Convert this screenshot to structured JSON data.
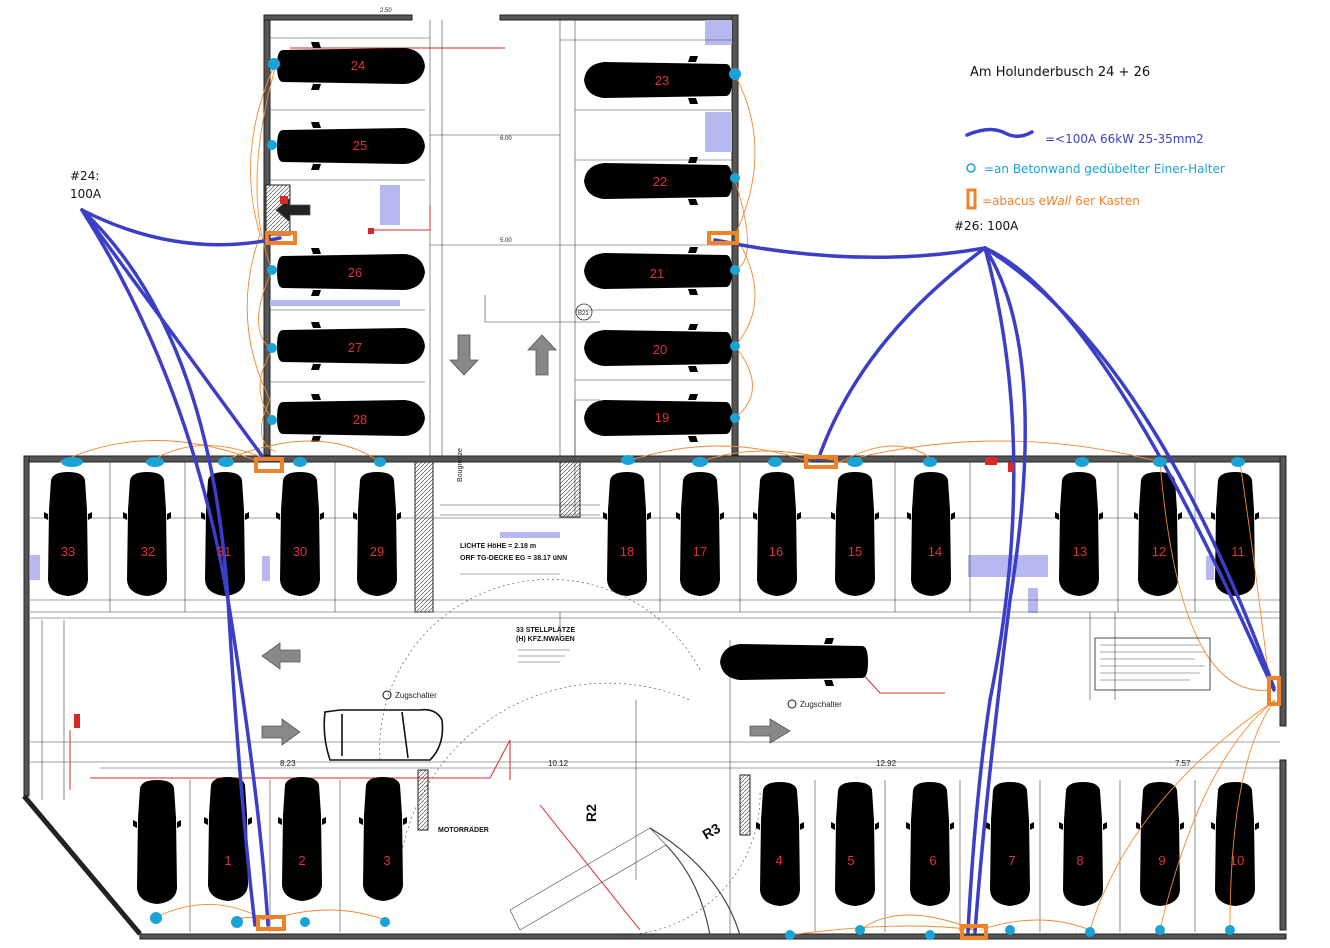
{
  "title": "Am Holunderbusch 24 + 26",
  "legend": {
    "cable": "=<100A 66kW 25-35mm2",
    "holder": "=an Betonwand gedübelter Einer-Halter",
    "box_prefix": "=abacus e",
    "box_italic": "Wall",
    "box_suffix": " 6er Kasten"
  },
  "feeds": [
    {
      "line1": "#24:",
      "line2": "100A"
    },
    {
      "line1": "#26: 100A"
    }
  ],
  "plan_labels": {
    "zugschalter_1": "Zugschalter",
    "zugschalter_2": "Zugschalter",
    "bougrenze": "Bougrenze",
    "motorraeder": "MOTORRÄDER",
    "ramp_r2": "R2",
    "ramp_r3": "R3",
    "lichte_hoehe": "LICHTE HöHE = 2.18 m",
    "orf": "ORF TG-DECKE EG = 38.17 üNN",
    "stellplaetze": "33 STELLPLÄTZE",
    "kfz": "(H) KFZ.NWAGEN",
    "dim_823": "8.23",
    "dim_1292": "12.92",
    "dim_757": "7.57",
    "dim_1012": "10.12",
    "dim_600": "6.00",
    "dim_500": "5.00",
    "dim_250": "2.50",
    "b21": "B21"
  },
  "spaces": [
    "1",
    "2",
    "3",
    "4",
    "5",
    "6",
    "7",
    "8",
    "9",
    "10",
    "11",
    "12",
    "13",
    "14",
    "15",
    "16",
    "17",
    "18",
    "19",
    "20",
    "21",
    "22",
    "23",
    "24",
    "25",
    "26",
    "27",
    "28",
    "29",
    "30",
    "31",
    "32",
    "33"
  ],
  "colors": {
    "cable": "#3b3fc8",
    "holder": "#1aa3d6",
    "box": "#f0832a",
    "space_number": "#e0303a",
    "thin_cable": "#f28a30",
    "fill_hatch": "#b8b8f0"
  }
}
